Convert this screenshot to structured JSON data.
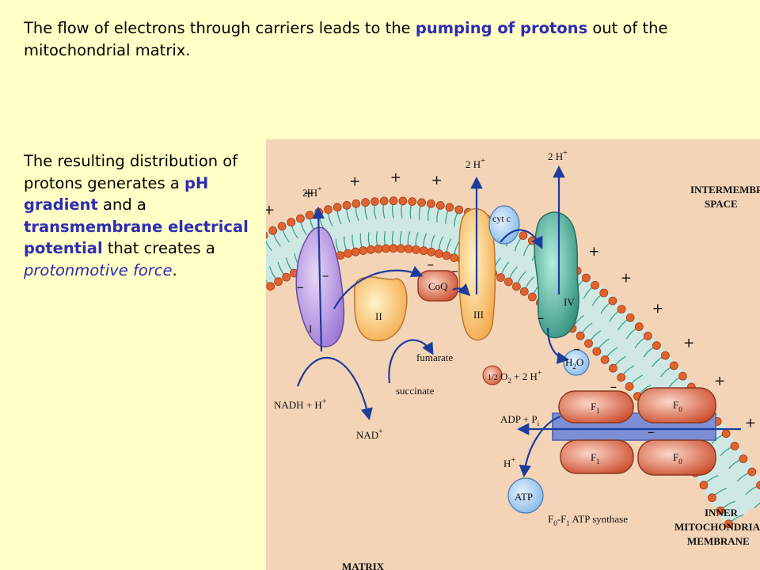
{
  "text": {
    "para1_a": "The flow of electrons through carriers leads to the ",
    "para1_hl": "pumping of protons",
    "para1_b": " out of the mitochondrial matrix.",
    "para2_a": "The resulting distribution of protons generates a ",
    "para2_hl1": "pH gradient",
    "para2_b": " and a ",
    "para2_hl2": "transmembrane electrical potential",
    "para2_c": " that creates a ",
    "para2_it": "protonmotive force",
    "para2_d": "."
  },
  "diagram": {
    "labels": {
      "space": "INTERMEMBRANE SPACE",
      "space1": "INTERMEMBR",
      "space2": "SPACE",
      "membrane1": "INNER",
      "membrane2": "MITOCHONDRIA",
      "membrane3": "MEMBRANE",
      "matrix": "MATRIX",
      "complex_1": "I",
      "complex_2": "II",
      "complex_3": "III",
      "complex_4": "IV",
      "coq": "CoQ",
      "cytc": "cyt c",
      "h_left": "2 H",
      "h_mid": "2 H",
      "h_right": "2 H",
      "plus": "+",
      "nadh": "NADH + H",
      "nad": "NAD",
      "fumarate": "fumarate",
      "succinate": "succinate",
      "oxygen_half": "1/2",
      "oxygen": " O",
      "oxygen_sub": "2",
      "oxygen_tail": " + 2 H",
      "h2o_h": "H",
      "h2o_sub": "2",
      "h2o_o": "O",
      "f1_top": "F",
      "f1_sub": "1",
      "f0_top": "F",
      "f0_sub": "0",
      "adp": "ADP + P",
      "adp_sub": "i",
      "h_atp": "H",
      "atp": "ATP",
      "synthase": "F",
      "synthase_sub0": "0",
      "synthase_mid": "-F",
      "synthase_sub1": "1",
      "synthase_tail": " ATP synthase",
      "minus": "–"
    }
  }
}
